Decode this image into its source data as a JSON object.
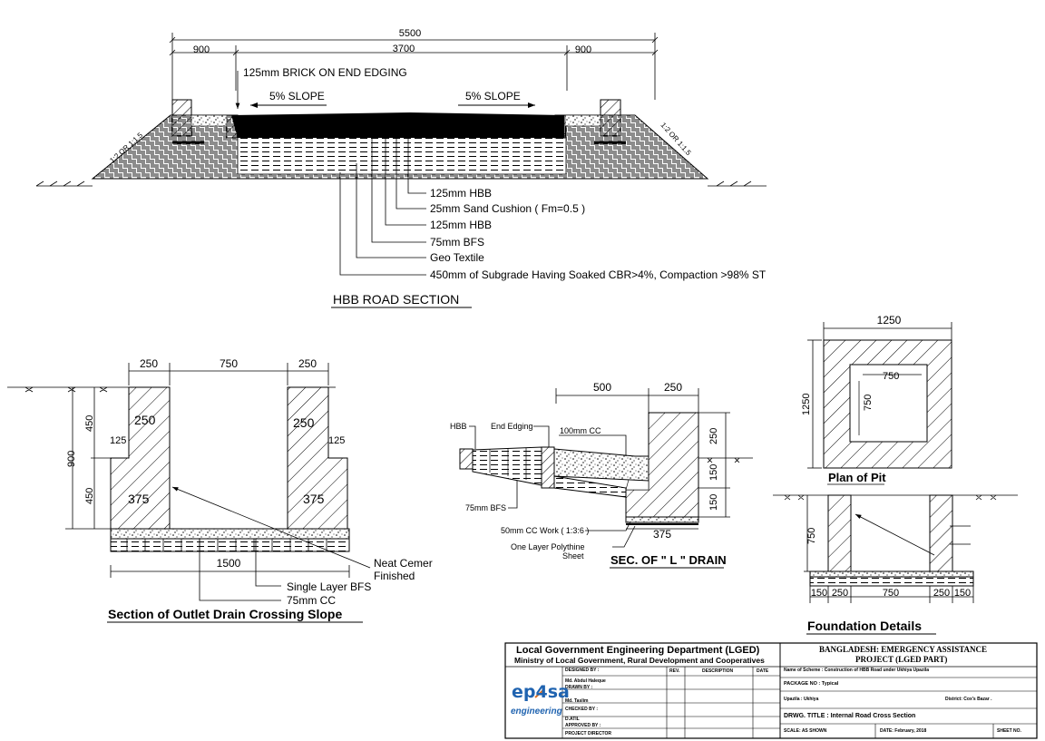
{
  "road_section": {
    "dims": {
      "total": "5500",
      "left": "900",
      "middle": "3700",
      "right": "900"
    },
    "edging_label": "125mm BRICK ON END EDGING",
    "slope_left": "5% SLOPE",
    "slope_right": "5% SLOPE",
    "side_slope_left": "1:2 OR 1:1.5",
    "side_slope_right": "1:2 OR 1:1.5",
    "layers": [
      "125mm HBB",
      "25mm Sand Cushion ( Fm=0.5 )",
      "125mm HBB",
      "75mm BFS",
      "Geo Textile",
      "450mm of Subgrade Having Soaked CBR>4%, Compaction >98% ST"
    ],
    "title": "HBB ROAD SECTION"
  },
  "outlet_drain": {
    "dims_top": [
      "250",
      "750",
      "250"
    ],
    "dim_900": "900",
    "dim_450_top": "450",
    "dim_450_bottom": "450",
    "wall_top_left": "250",
    "wall_top_right": "250",
    "step_left": "125",
    "step_right": "125",
    "wall_bottom_left": "375",
    "wall_bottom_right": "375",
    "dim_bottom": "1500",
    "callouts": [
      "Neat Cemer",
      "Finished",
      "Single Layer BFS",
      "75mm CC"
    ],
    "title": "Section of Outlet Drain Crossing Slope"
  },
  "l_drain": {
    "dims_top": [
      "500",
      "250"
    ],
    "dim_right": [
      "250",
      "150",
      "150"
    ],
    "dim_bottom": "375",
    "labels": {
      "hbb": "HBB",
      "end_edging": "End Edging",
      "cc100": "100mm CC",
      "bfs75": "75mm BFS",
      "cc_work": "50mm CC Work ( 1:3:6 )",
      "polythine_1": "One Layer Polythine",
      "polythine_2": "Sheet"
    },
    "title": "SEC. OF \" L \" DRAIN"
  },
  "pit": {
    "plan_dim_top": "1250",
    "plan_dim_left": "1250",
    "inner_dim_h": "750",
    "inner_dim_v": "750",
    "plan_title": "Plan of Pit",
    "dim_750": "750",
    "bottom_dims": [
      "150",
      "250",
      "750",
      "250",
      "150"
    ],
    "title": "Foundation Details"
  },
  "title_block": {
    "dept": "Local Government Engineering Department (LGED)",
    "ministry": "Ministry of Local Government, Rural Development and Cooperatives",
    "designed_by": "DESIGNED BY :",
    "designer": "Md. Abdul Haleque",
    "drawn_by": "DRAWN BY :",
    "drafter": "Md. Taslim",
    "checked_by": "CHECKED BY :",
    "checker": "D.ATIL",
    "approved_by": "APPROVED BY :",
    "approver": "PROJECT DIRECTOR",
    "rev": "REV.",
    "description": "DESCRIPTION",
    "date": "DATE",
    "logo_text": "ep4sa",
    "logo_sub": "engineering",
    "project_1": "BANGLADESH: EMERGENCY ASSISTANCE",
    "project_2": "PROJECT (LGED PART)",
    "scheme": "Name of Scheme : Construction of HBB Road under Ukhiya Upazila",
    "package": "PACKAGE NO   : Typical",
    "upazila": "Upazila        : Ukhiya",
    "district": "District: Cox's Bazar .",
    "drg_title": "DRWG. TITLE : Internal Road Cross Section",
    "scale": "SCALE: AS SHOWN",
    "date_value": "DATE: February, 2018",
    "sheet": "SHEET NO."
  }
}
